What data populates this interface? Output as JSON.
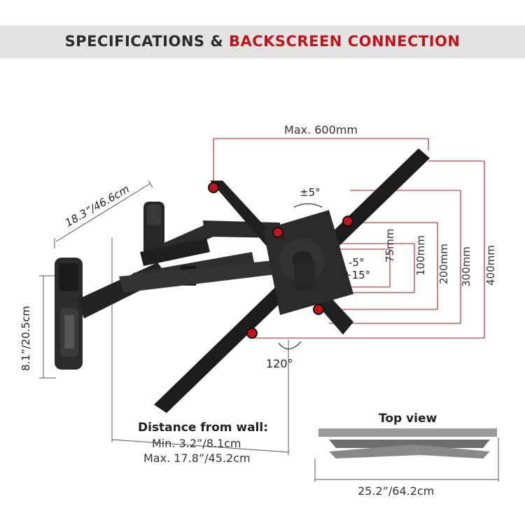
{
  "header": {
    "title_part1": "SPECIFICATIONS & ",
    "title_part2": "BACKSCREEN CONNECTION",
    "accent_color": "#c0141c",
    "band_color": "#e3e3e3"
  },
  "dimensions": {
    "max_width": "Max. 600mm",
    "vesa_heights": [
      "75mm",
      "100mm",
      "200mm",
      "300mm",
      "400mm"
    ],
    "arm_length": "18.3”/46.6cm",
    "wall_plate_height": "8.1”/20.5cm",
    "swivel": "±5°",
    "tilt_down": "-5°",
    "tilt_up": "+15°",
    "rotation": "120°"
  },
  "distance_from_wall": {
    "title": "Distance from wall:",
    "min": "Min. 3.2”/8.1cm",
    "max": "Max. 17.8”/45.2cm"
  },
  "top_view": {
    "title": "Top view",
    "width": "25.2”/64.2cm"
  }
}
